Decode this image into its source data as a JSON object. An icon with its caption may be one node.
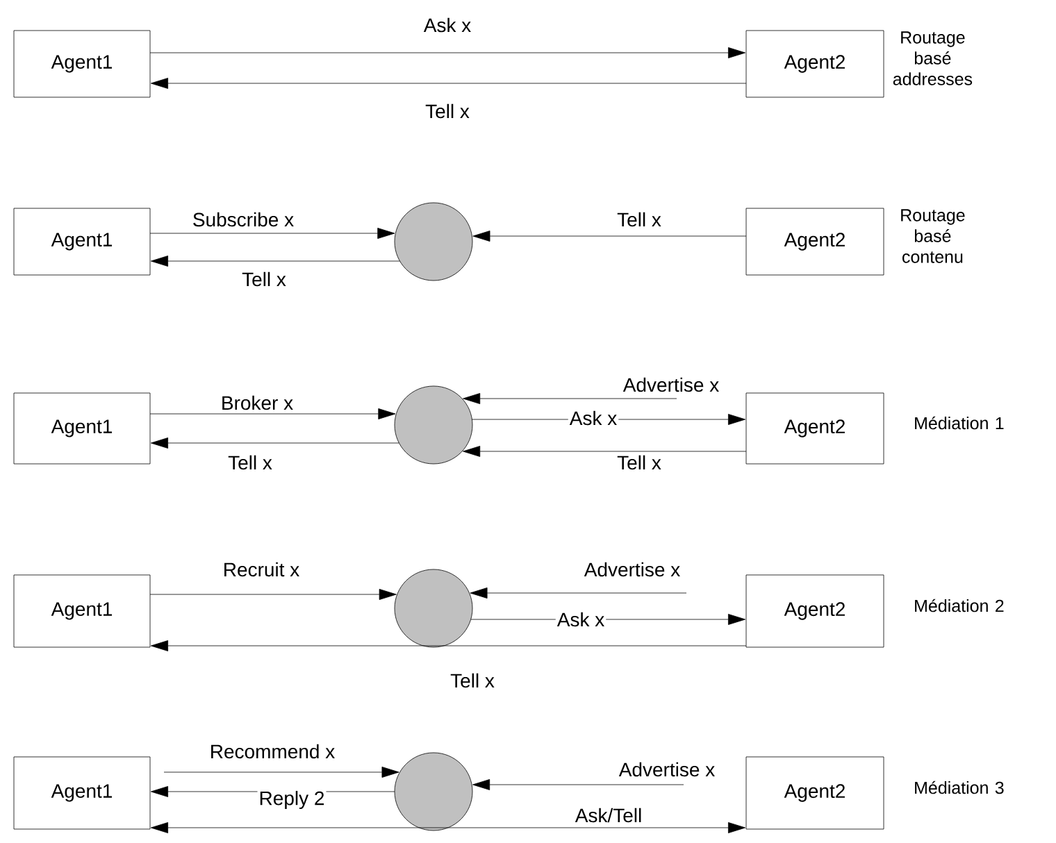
{
  "diagram": {
    "nodes": [
      {
        "text": [
          "Agent1"
        ]
      },
      {
        "text": [
          "Agent2"
        ],
        "beside": [
          "Routage basé addresses"
        ]
      },
      {
        "text": [
          "Agent1"
        ]
      },
      {
        "text": [],
        "shape": "circle"
      },
      {
        "text": [
          "Agent2"
        ],
        "beside": [
          "Routage basé contenu"
        ]
      },
      {
        "text": [
          "Agent1"
        ]
      },
      {
        "text": [],
        "shape": "circle"
      },
      {
        "text": [
          "Agent2"
        ],
        "beside": [
          "Médiation 1"
        ]
      },
      {
        "text": [
          "Agent1"
        ]
      },
      {
        "text": [],
        "shape": "circle"
      },
      {
        "text": [
          "Agent2"
        ],
        "beside": [
          "Médiation 2"
        ]
      },
      {
        "text": [
          "Agent1"
        ]
      },
      {
        "text": [],
        "shape": "circle"
      },
      {
        "text": [
          "Agent2"
        ],
        "beside": [
          "Médiation 3"
        ]
      }
    ],
    "edges": [
      {
        "from": 0,
        "to": 1,
        "arrow": "to",
        "label": "Ask x"
      },
      {
        "from": 1,
        "to": 0,
        "arrow": "to",
        "label": "Tell x"
      },
      {
        "from": 2,
        "to": 3,
        "arrow": "to",
        "label": "Subscribe x"
      },
      {
        "from": 3,
        "to": 2,
        "arrow": "to",
        "label": "Tell x"
      },
      {
        "from": 4,
        "to": 3,
        "arrow": "to",
        "label": "Tell x"
      },
      {
        "from": 5,
        "to": 6,
        "arrow": "to",
        "label": "Broker x"
      },
      {
        "from": 6,
        "to": 5,
        "arrow": "to",
        "label": "Tell x"
      },
      {
        "from": null,
        "to": 6,
        "arrow": "to",
        "label": "Advertise x"
      },
      {
        "from": 6,
        "to": 7,
        "arrow": "to",
        "label": "Ask x"
      },
      {
        "from": 7,
        "to": 6,
        "arrow": "to",
        "label": "Tell x"
      },
      {
        "from": 8,
        "to": 9,
        "arrow": "to",
        "label": "Recruit x"
      },
      {
        "from": null,
        "to": 9,
        "arrow": "to",
        "label": "Advertise x"
      },
      {
        "from": 9,
        "to": 10,
        "arrow": "to",
        "label": "Ask x"
      },
      {
        "from": 10,
        "to": 8,
        "arrow": "to",
        "label": "Tell x"
      },
      {
        "from": 11,
        "to": 12,
        "arrow": "to",
        "label": "Recommend x"
      },
      {
        "from": 12,
        "to": 11,
        "arrow": "to",
        "label": "Reply 2"
      },
      {
        "from": null,
        "to": 12,
        "arrow": "to",
        "label": "Advertise x"
      },
      {
        "from": 11,
        "to": 13,
        "arrow": "both",
        "label": "Ask/Tell"
      }
    ]
  }
}
